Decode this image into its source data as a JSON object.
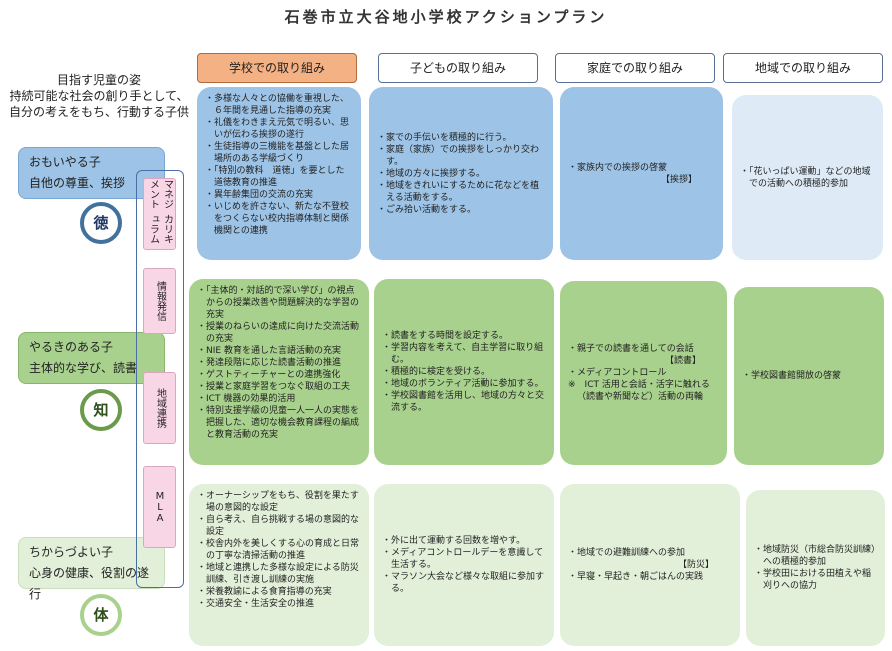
{
  "title": "石巻市立大谷地小学校アクションプラン",
  "headers": {
    "school": "学校での取り組み",
    "child": "子どもの取り組み",
    "home": "家庭での取り組み",
    "community": "地域での取り組み"
  },
  "goal": {
    "heading": "目指す児童の姿",
    "line1": "持続可能な社会の創り手として、",
    "line2": "自分の考えをもち、行動する子供"
  },
  "aims": [
    {
      "line1": "おもいやる子",
      "line2": "自他の尊重、挨拶",
      "symbol": "徳",
      "color": "#9dc3e6"
    },
    {
      "line1": "やるきのある子",
      "line2": "主体的な学び、読書",
      "symbol": "知",
      "color": "#a9d18e"
    },
    {
      "line1": "ちからづよい子",
      "line2": "心身の健康、役割の遂行",
      "symbol": "体",
      "color": "#e2f0d9"
    }
  ],
  "side_labels": [
    "マネジメント",
    "カリキュラム",
    "情報発信",
    "地域連携",
    "MLA"
  ],
  "rows": [
    {
      "school": [
        "多様な人々との協働を重視した、６年間を見通した指導の充実",
        "礼儀をわきまえ元気で明るい、思いが伝わる挨拶の遂行",
        "生徒指導の三機能を基盤とした居場所のある学級づくり",
        "「特別の教科　道徳」を要とした道徳教育の推進",
        "異年齢集団の交流の充実",
        "いじめを許さない、新たな不登校をつくらない校内指導体制と関係機関との連携"
      ],
      "child": [
        "家での手伝いを積極的に行う。",
        "家庭（家族）での挨拶をしっかり交わす。",
        "地域の方々に挨拶する。",
        "地域をきれいにするために花などを植える活動をする。",
        "ごみ拾い活動をする。"
      ],
      "home": [
        "家族内での挨拶の啓蒙"
      ],
      "home_tag": "【挨拶】",
      "community": [
        "「花いっぱい運動」などの地域での活動への積極的参加"
      ]
    },
    {
      "school": [
        "「主体的・対話的で深い学び」の視点からの授業改善や問題解決的な学習の充実",
        "授業のねらいの達成に向けた交流活動の充実",
        "NIE 教育を通した言語活動の充実",
        "発達段階に応じた読書活動の推進",
        "ゲストティーチャーとの連携強化",
        "授業と家庭学習をつなぐ取組の工夫",
        "ICT 機器の効果的活用",
        "特別支援学級の児童一人一人の実態を把握した、適切な機会教育課程の編成と教育活動の充実"
      ],
      "child": [
        "読書をする時間を設定する。",
        "学習内容を考えて、自主学習に取り組む。",
        "積極的に検定を受ける。",
        "地域のボランティア活動に参加する。",
        "学校図書館を活用し、地域の方々と交流する。"
      ],
      "home": [
        "親子での読書を通しての会話"
      ],
      "home_tag": "【読書】",
      "home_extra": "メディアコントロール",
      "home_note": "※　ICT 活用と会話・活字に触れる（読書や新聞など）活動の両輪",
      "community": [
        "学校図書館開放の啓蒙"
      ]
    },
    {
      "school": [
        "オーナーシップをもち、役割を果たす場の意図的な設定",
        "自ら考え、自ら挑戦する場の意図的な設定",
        "校舎内外を美しくする心の育成と日常の丁寧な清掃活動の推進",
        "地域と連携した多様な設定による防災訓練、引き渡し訓練の実施",
        "栄養教諭による食育指導の充実",
        "交通安全・生活安全の推進"
      ],
      "child": [
        "外に出て運動する回数を増やす。",
        "メディアコントロールデーを意識して生活する。",
        "マラソン大会など様々な取組に参加する。"
      ],
      "home": [
        "地域での避難訓練への参加"
      ],
      "home_tag": "【防災】",
      "home_extra": "早寝・早起き・朝ごはんの実践",
      "community": [
        "地域防災（市総合防災訓練）への積極的参加",
        "学校田における田植えや稲刈りへの協力"
      ]
    }
  ]
}
